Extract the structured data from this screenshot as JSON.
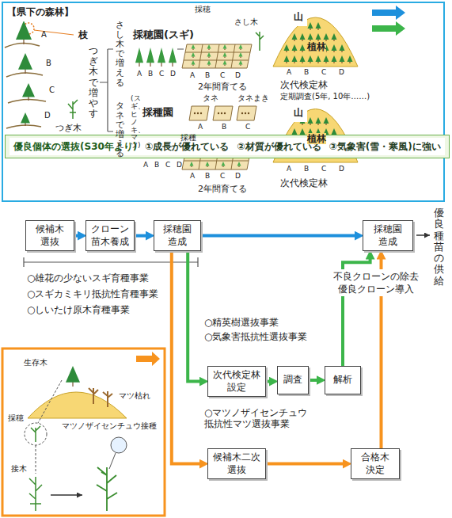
{
  "diagram": {
    "nodes": [
      {
        "text": [
          "【県下の森林】"
        ]
      },
      {
        "text": [
          "枝"
        ],
        "in": 0
      },
      {
        "text": [
          "優良個体の選抜(S30年より)",
          "①成長が優れている",
          "②材質が優れている",
          "③気象害(雪・寒風)に強い"
        ],
        "in": 0
      },
      {
        "text": [
          "山"
        ],
        "in": 0
      },
      {
        "text": [
          "山"
        ],
        "in": 0
      },
      {
        "text": [
          "候補木 選抜"
        ]
      },
      {
        "text": [
          "クローン 苗木養成"
        ]
      },
      {
        "text": [
          "採穂園 造成"
        ]
      },
      {
        "text": [
          "採穂園 造成"
        ]
      },
      {
        "text": [
          "次代検定林 設定"
        ]
      },
      {
        "text": [
          "調査"
        ]
      },
      {
        "text": [
          "解析"
        ]
      },
      {
        "text": [
          "候補木二次 選抜"
        ]
      },
      {
        "text": [
          "合格木 決定"
        ]
      }
    ],
    "edges": [
      {
        "from": 5,
        "to": 6,
        "arrow": "to"
      },
      {
        "from": 6,
        "to": 7,
        "arrow": "to"
      },
      {
        "from": 7,
        "to": 8,
        "arrow": "to"
      },
      {
        "from": 7,
        "to": 9,
        "arrow": "to"
      },
      {
        "from": 9,
        "to": 10,
        "arrow": "to"
      },
      {
        "from": 10,
        "to": 11,
        "arrow": "to"
      },
      {
        "from": 11,
        "to": 8,
        "arrow": "to",
        "label": "不良クローンの除去 優良クローン導入"
      },
      {
        "from": 7,
        "to": 12,
        "arrow": "to"
      },
      {
        "from": 12,
        "to": 13,
        "arrow": "to"
      },
      {
        "from": 13,
        "to": 8,
        "arrow": "to"
      }
    ],
    "labels": [
      "つぎ木で増やす",
      "A",
      "B",
      "C",
      "D",
      "つぎ木",
      "さし木で増える",
      "タネで増える",
      "採穂園(スギ)",
      "採穂",
      "さし木",
      "A",
      "B",
      "C",
      "D",
      "A",
      "B",
      "C",
      "D",
      "2年間育てる",
      "植林",
      "A",
      "B",
      "C",
      "D",
      "次代検定林",
      "定期調査(5年, 10年……)",
      "採種園",
      "(スギ、ヒノキ、マツ)",
      "採種",
      "タネ",
      "タネまき",
      "A",
      "B",
      "C",
      "D",
      "A",
      "B",
      "C",
      "A",
      "B",
      "C",
      "D",
      "2年間育てる",
      "植林",
      "A",
      "B",
      "C",
      "D",
      "次代検定林",
      "優良種苗の供給",
      "○雄花の少ないスギ育種事業",
      "○スギカミキリ抵抗性育種事業",
      "○しいたけ原木育種事業",
      "○精英樹選抜事業",
      "○気象害抵抗性選抜事業",
      "○マツノザイセンチュウ 抵抗性マツ選抜事業",
      "生存木",
      "マツ枯れ",
      "採穂",
      "接木",
      "マツノザイセンチュウ接種"
    ]
  }
}
